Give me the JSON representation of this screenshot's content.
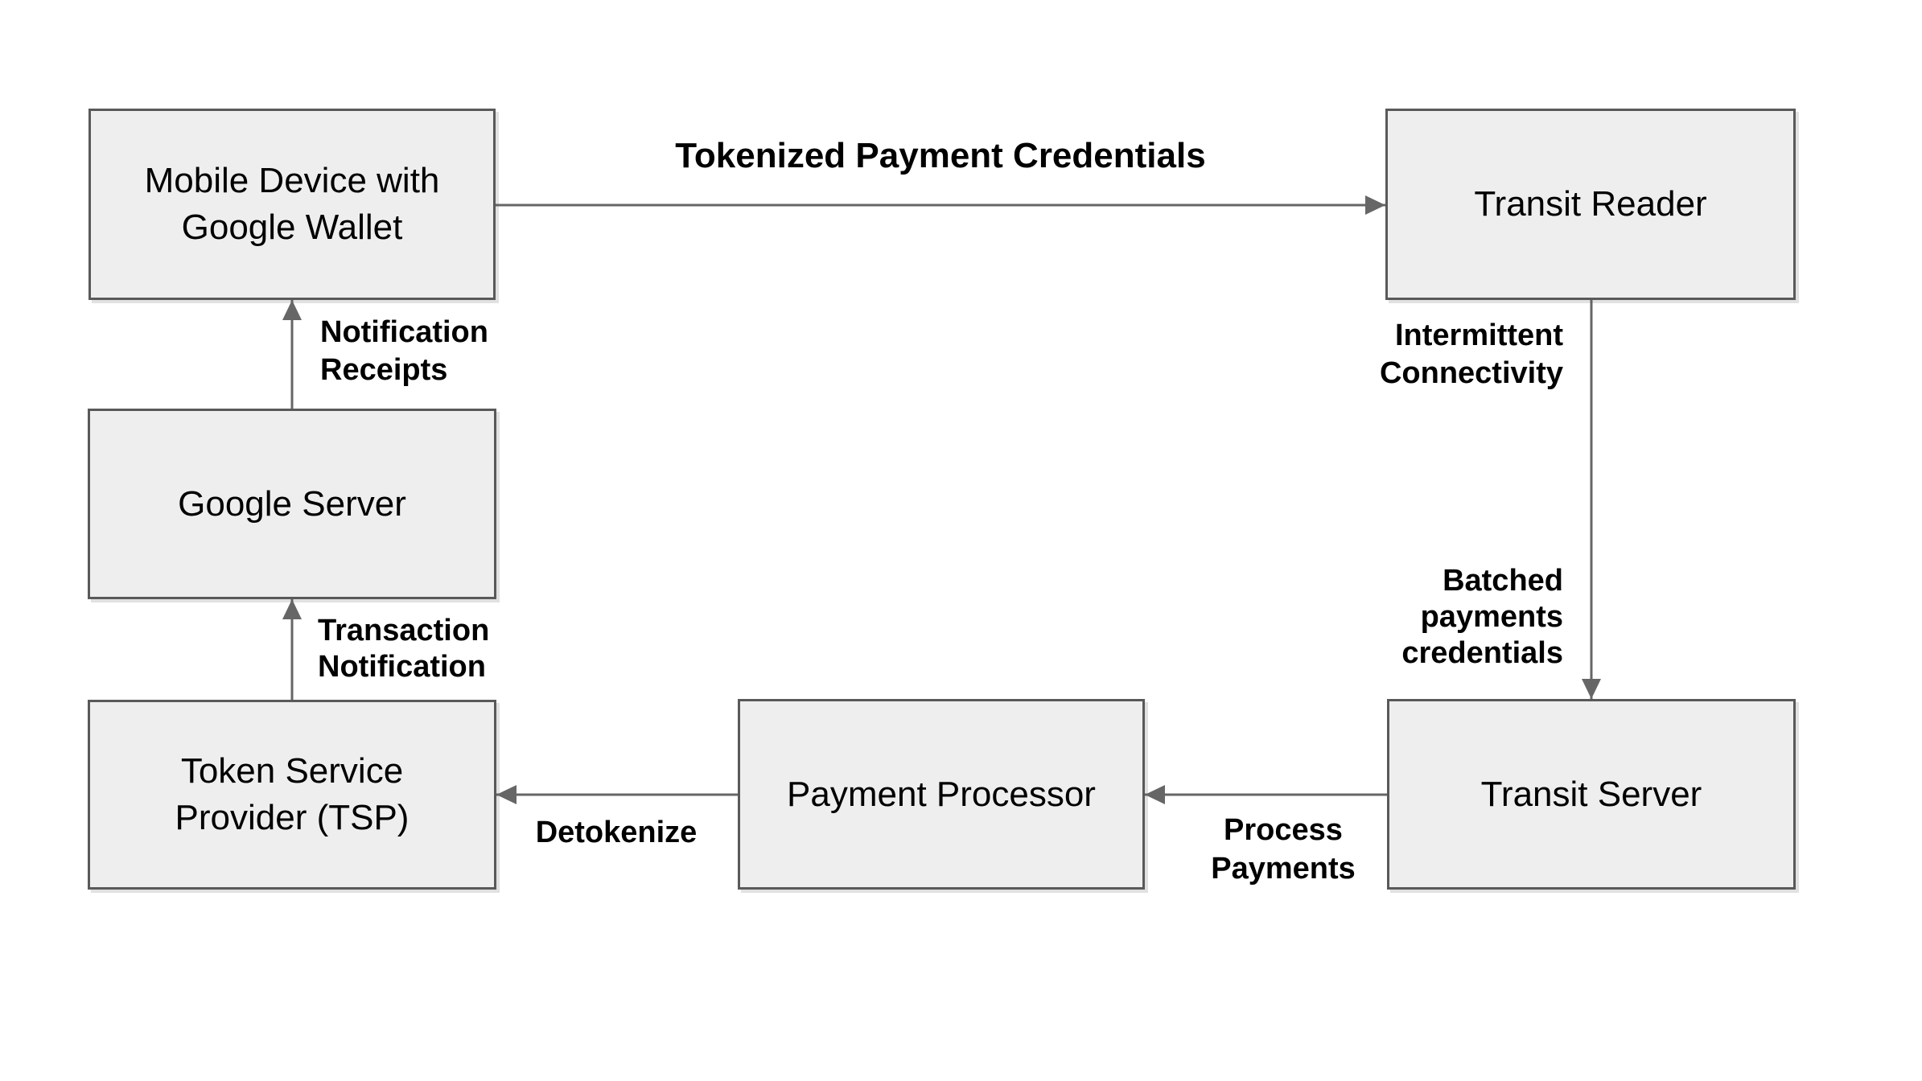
{
  "diagram": {
    "nodes": {
      "mobile_device": {
        "label": "Mobile Device with Google Wallet"
      },
      "transit_reader": {
        "label": "Transit Reader"
      },
      "google_server": {
        "label": "Google Server"
      },
      "tsp": {
        "label": "Token Service Provider (TSP)"
      },
      "payment_processor": {
        "label": "Payment Processor"
      },
      "transit_server": {
        "label": "Transit Server"
      }
    },
    "edges": {
      "tokenized_credentials": {
        "label": "Tokenized Payment Credentials",
        "from": "mobile_device",
        "to": "transit_reader"
      },
      "intermittent_connectivity": {
        "label": "Intermittent\nConnectivity",
        "from": "transit_reader",
        "to": "transit_server"
      },
      "batched_payments": {
        "label": "Batched\npayments\ncredentials",
        "from": "transit_reader",
        "to": "transit_server"
      },
      "process_payments": {
        "label": "Process\nPayments",
        "from": "transit_server",
        "to": "payment_processor"
      },
      "detokenize": {
        "label": "Detokenize",
        "from": "payment_processor",
        "to": "tsp"
      },
      "transaction_notification": {
        "label": "Transaction\nNotification",
        "from": "tsp",
        "to": "google_server"
      },
      "notification_receipts": {
        "label": "Notification\nReceipts",
        "from": "google_server",
        "to": "mobile_device"
      }
    },
    "colors": {
      "box_fill": "#eeeeee",
      "box_border": "#595959",
      "arrow": "#666666",
      "text": "#000000",
      "background": "#ffffff"
    }
  }
}
